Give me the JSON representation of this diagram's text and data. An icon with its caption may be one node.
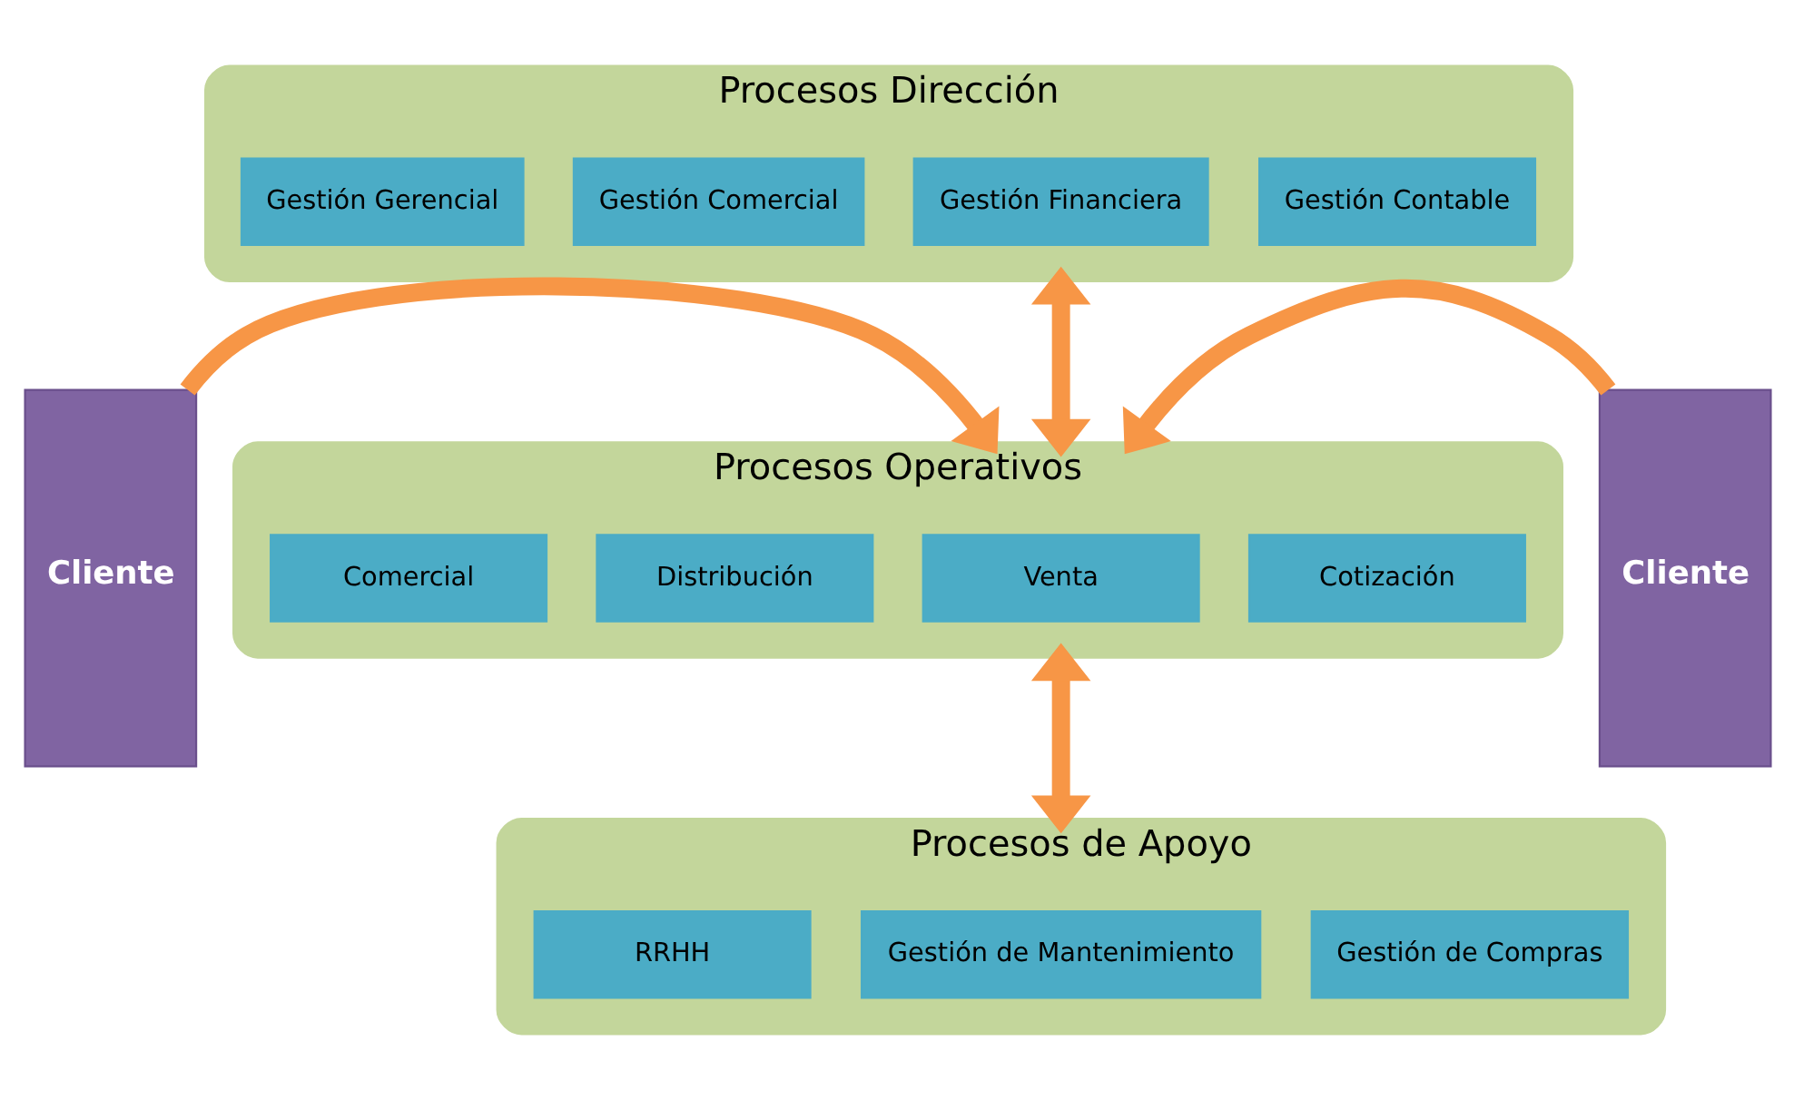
{
  "diagram": {
    "nodes": [
      {
        "text": [
          "Cliente"
        ]
      },
      {
        "text": [
          "Procesos Dirección"
        ]
      },
      {
        "text": [
          "Gestión Gerencial"
        ],
        "in": 1
      },
      {
        "text": [
          "Gestión Comercial"
        ],
        "in": 1
      },
      {
        "text": [
          "Gestión Financiera"
        ],
        "in": 1
      },
      {
        "text": [
          "Gestión Contable"
        ],
        "in": 1
      },
      {
        "text": [
          "Procesos Operativos"
        ]
      },
      {
        "text": [
          "Comercial"
        ],
        "in": 6
      },
      {
        "text": [
          "Distribución"
        ],
        "in": 6
      },
      {
        "text": [
          "Venta"
        ],
        "in": 6
      },
      {
        "text": [
          "Cotización"
        ],
        "in": 6
      },
      {
        "text": [
          "Procesos de Apoyo"
        ]
      },
      {
        "text": [
          "RRHH"
        ],
        "in": 11
      },
      {
        "text": [
          "Gestión de Mantenimiento"
        ],
        "in": 11
      },
      {
        "text": [
          "Gestión de Compras"
        ],
        "in": 11
      },
      {
        "text": [
          "Cliente"
        ]
      }
    ],
    "edges": [
      {
        "from": 0,
        "to": 6,
        "arrow": "to"
      },
      {
        "from": 1,
        "to": 6,
        "arrow": "both"
      },
      {
        "from": 6,
        "to": 11,
        "arrow": "both"
      },
      {
        "from": 15,
        "to": 6,
        "arrow": "to"
      }
    ]
  }
}
